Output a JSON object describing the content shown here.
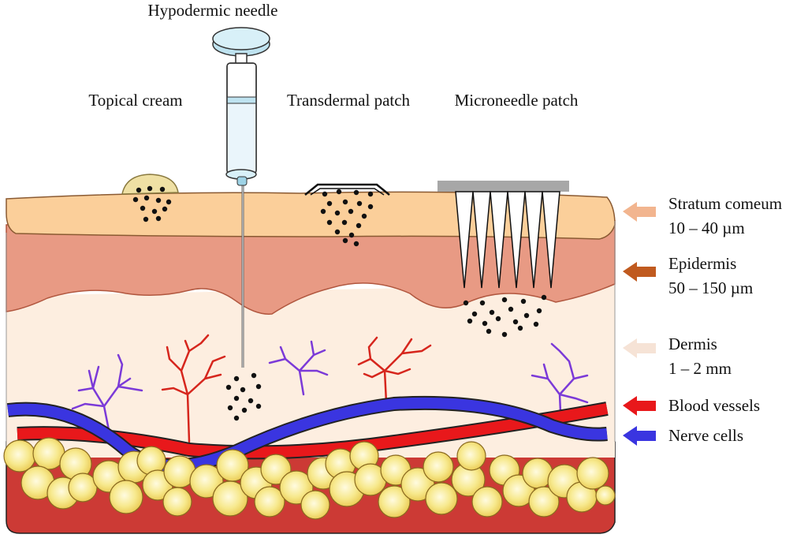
{
  "labels": {
    "hypodermic": "Hypodermic needle",
    "topical": "Topical cream",
    "transdermal": "Transdermal patch",
    "microneedle": "Microneedle patch"
  },
  "legend": [
    {
      "name": "Stratum comeum",
      "detail": "10 – 40 µm",
      "color": "#f2b58f"
    },
    {
      "name": "Epidermis",
      "detail": "50 – 150 µm",
      "color": "#c05a1f"
    },
    {
      "name": "Dermis",
      "detail": "1 – 2 mm",
      "color": "#f6e3d6"
    },
    {
      "name": "Blood vessels",
      "detail": "",
      "color": "#e8181b"
    },
    {
      "name": "Nerve cells",
      "detail": "",
      "color": "#3a35e0"
    }
  ],
  "colors": {
    "stratum": "#fbcf9a",
    "epidermis": "#e89a84",
    "dermis": "#fdeee0",
    "fat_base": "#cc3a35",
    "fat_cell": "#f6e68c",
    "blood": "#e8181b",
    "nerve": "#3a35e0",
    "capillary_red": "#d6261d",
    "capillary_purple": "#7b3ad8",
    "cream": "#efe0a4",
    "needle": "#bfe3f0",
    "microneedle_base": "#a7a7a7"
  }
}
